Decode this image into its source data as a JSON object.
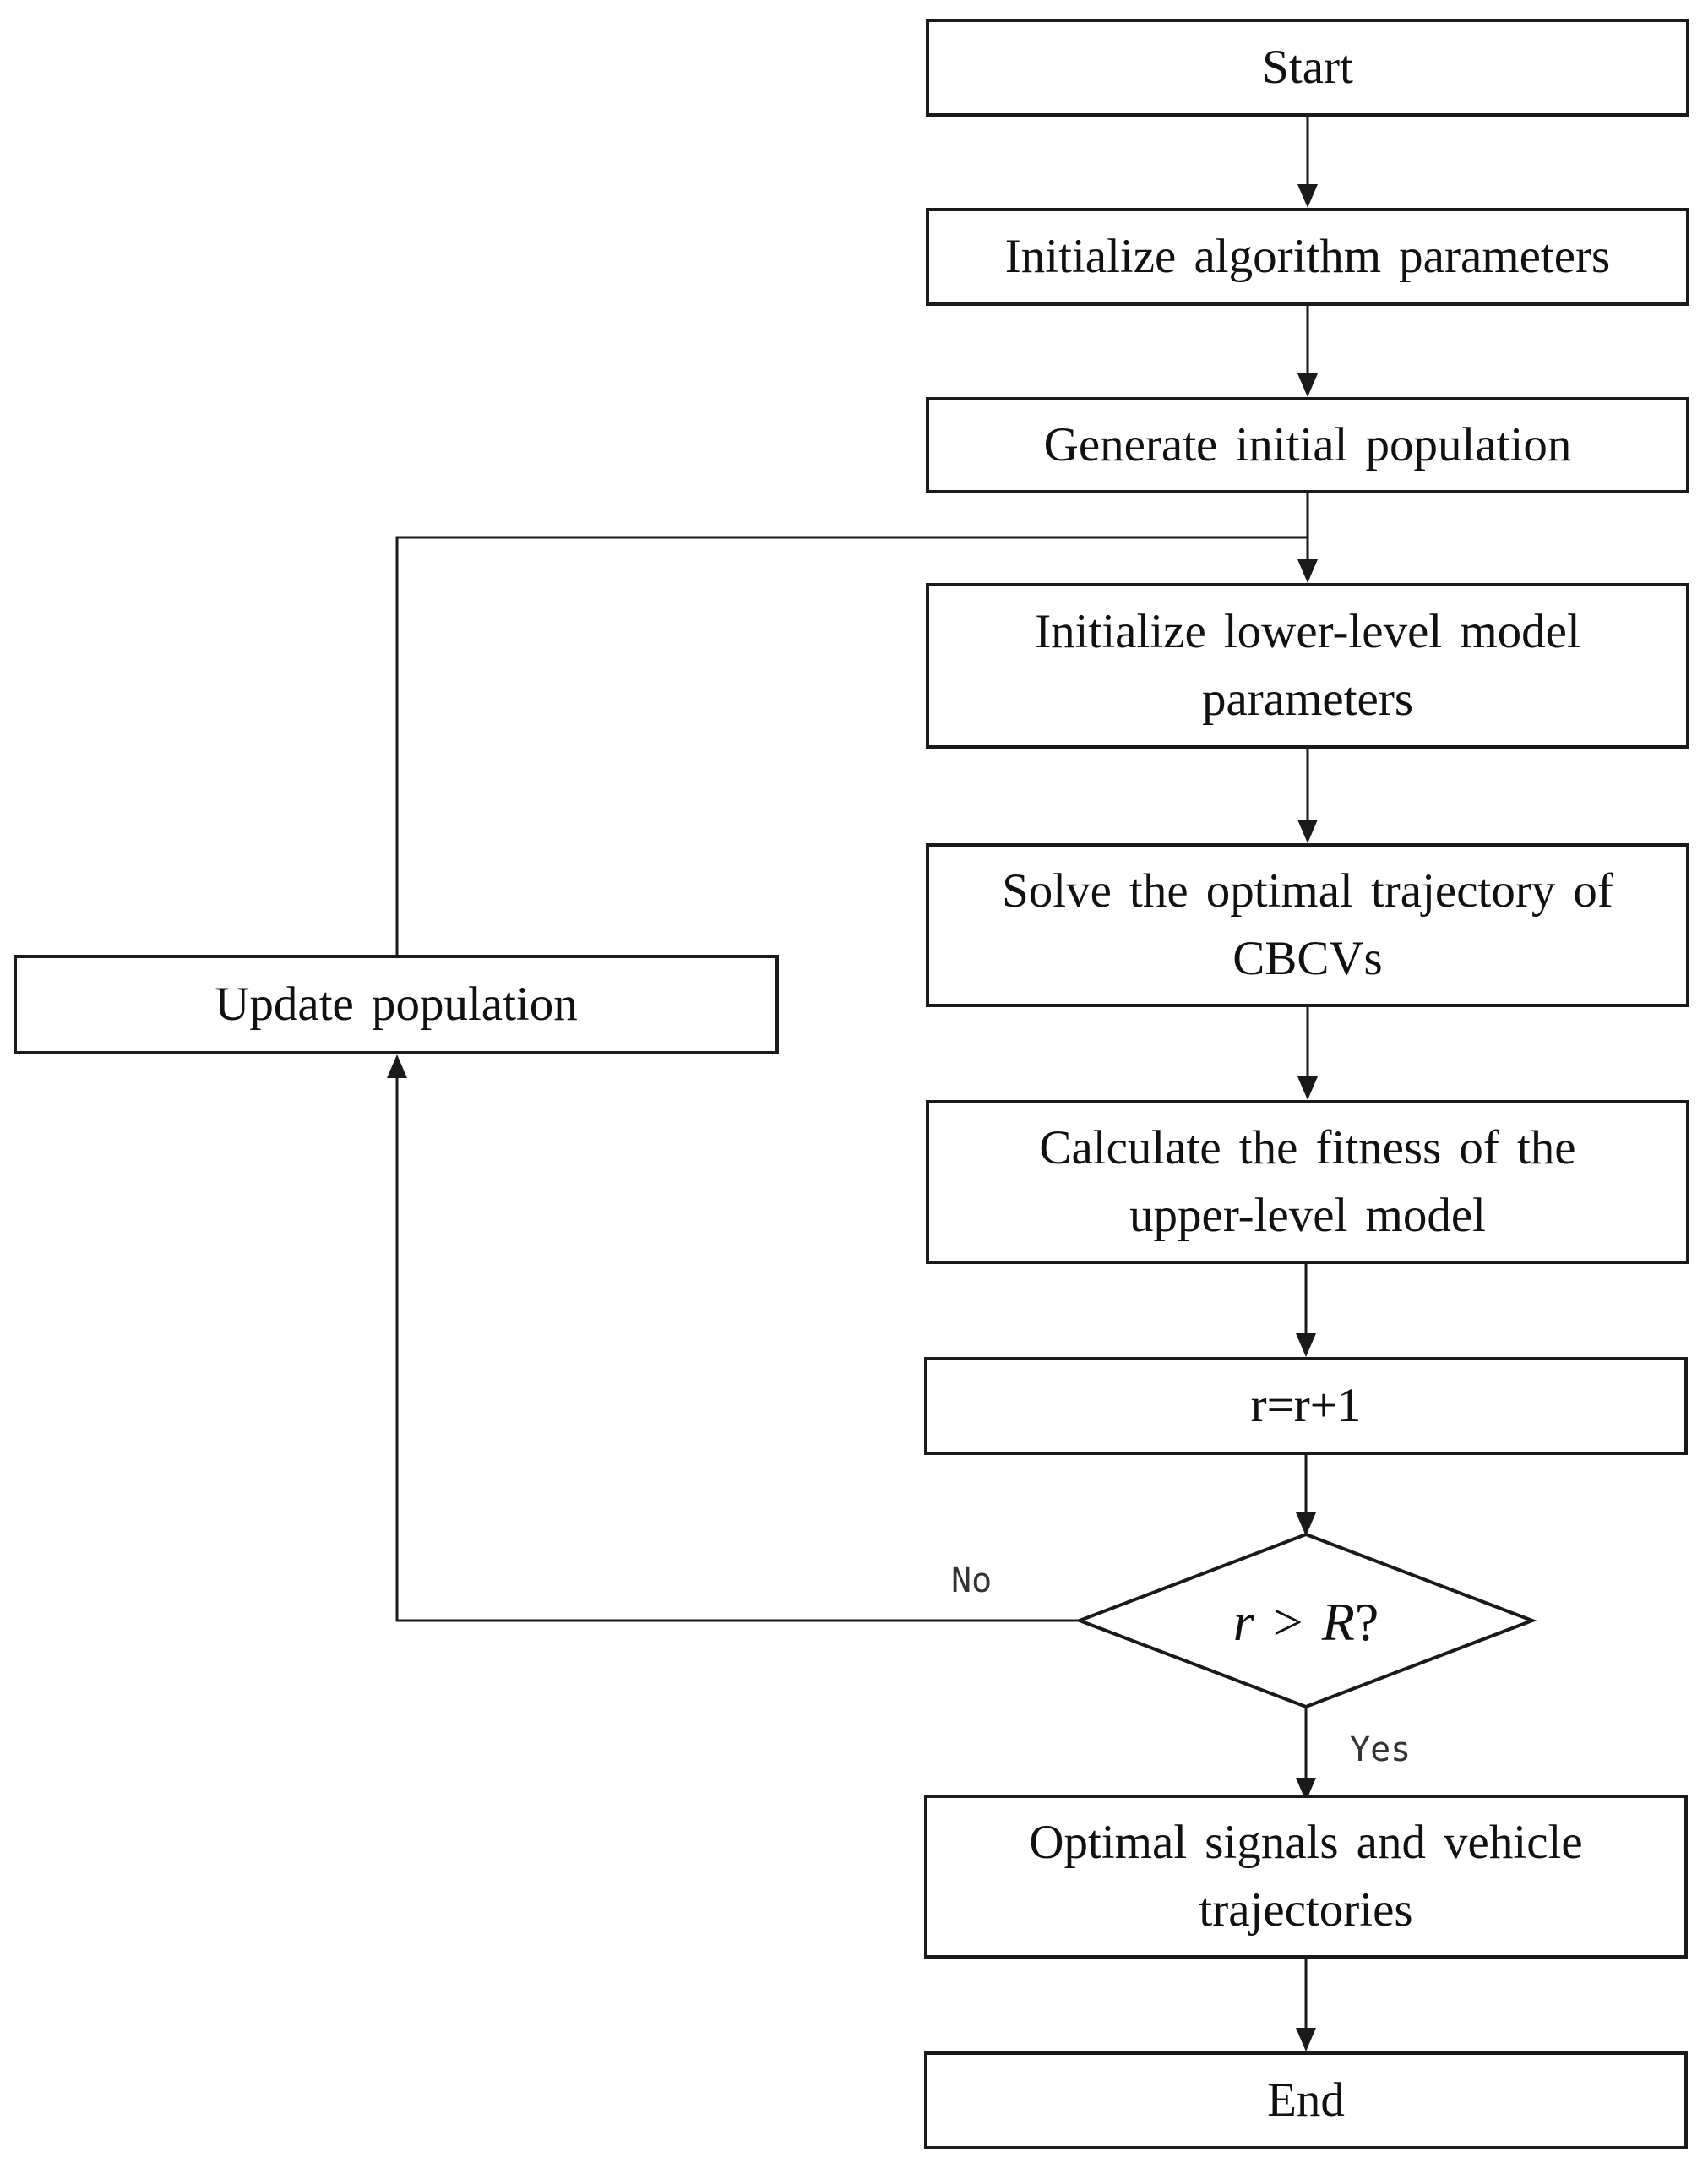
{
  "diagram": {
    "nodes": {
      "start": "Start",
      "init_params": "Initialize algorithm parameters",
      "gen_population": "Generate initial population",
      "init_lower": "Initialize lower-level model parameters",
      "solve_trajectory": "Solve the optimal trajectory of CBCVs",
      "calc_fitness": "Calculate the fitness of the upper-level model",
      "increment": "r=r+1",
      "optimal_output": "Optimal signals and vehicle trajectories",
      "end": "End",
      "update_population": "Update population"
    },
    "decision": {
      "lhs": "r",
      "op": ">",
      "rhs": "R",
      "suffix": "?"
    },
    "edge_labels": {
      "no": "No",
      "yes": "Yes"
    },
    "colors": {
      "stroke": "#1a1a1a",
      "background": "#ffffff",
      "text": "#111111"
    }
  }
}
